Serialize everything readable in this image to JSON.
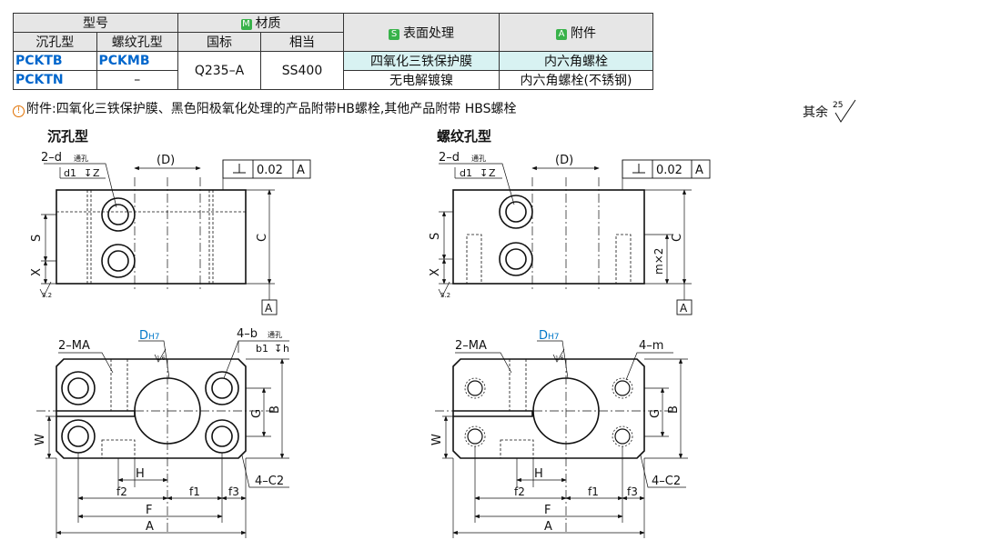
{
  "table": {
    "header1": {
      "model": "型号",
      "material": "材质",
      "surface": "表面处理",
      "accessory": "附件"
    },
    "badges": {
      "material": "M",
      "surface": "S",
      "accessory": "A"
    },
    "header2": {
      "counterbore": "沉孔型",
      "threaded": "螺纹孔型",
      "gb": "国标",
      "equiv": "相当"
    },
    "rows": [
      {
        "cb": "PCKTB",
        "th": "PCKMB",
        "surface": "四氧化三铁保护膜",
        "accessory": "内六角螺栓"
      },
      {
        "cb": "PCKTN",
        "th": "–",
        "surface": "无电解镀镍",
        "accessory": "内六角螺栓(不锈钢)"
      }
    ],
    "material_gb": "Q235–A",
    "material_eq": "SS400"
  },
  "note": "附件:四氧化三铁保护膜、黑色阳极氧化处理的产品附带HB螺栓,其他产品附带 HBS螺栓",
  "rough": {
    "label": "其余",
    "value": "25"
  },
  "drawings": {
    "left_title": "沉孔型",
    "right_title": "螺纹孔型",
    "hole2": "2–d",
    "hole2_sub": "通孔",
    "cbore": "d1",
    "cbore_z": "Z",
    "D": "(D)",
    "flatness": "0.02",
    "datum": "A",
    "S": "S",
    "X": "X",
    "C": "C",
    "mx2": "m×2",
    "ma": "2–MA",
    "dh7": "D",
    "h7": "H7",
    "b4": "4–b",
    "b4_sub": "通孔",
    "b1": "b1",
    "b1_h": "h",
    "m4": "4–m",
    "G": "G",
    "B": "B",
    "W": "W",
    "H": "H",
    "f1": "f1",
    "f2": "f2",
    "f3": "f3",
    "F": "F",
    "A": "A",
    "C2": "4–C2",
    "rough32": "3.2",
    "rough16": "1.6"
  },
  "colors": {
    "code": "#0066cc",
    "badge": "#38b24a",
    "teal": "#d8f2f2",
    "header": "#e6e6e6",
    "note": "#e07000"
  }
}
